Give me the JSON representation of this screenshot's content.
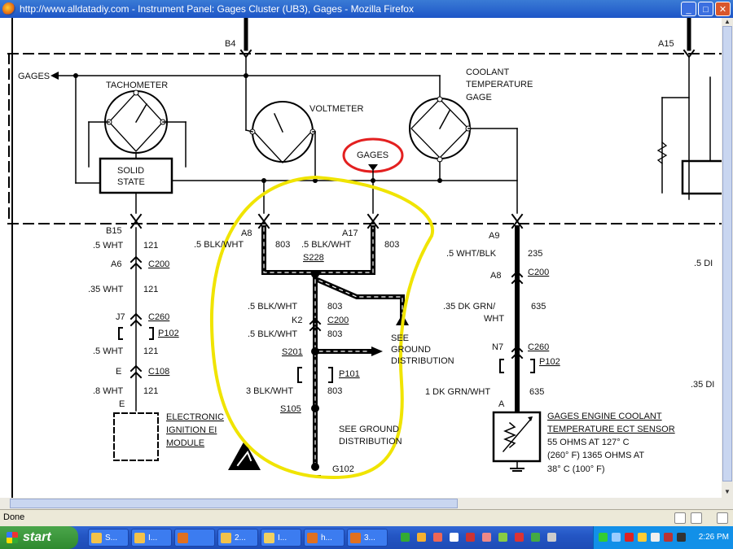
{
  "window": {
    "title": "http://www.alldatadiy.com - Instrument Panel: Gages Cluster (UB3), Gages - Mozilla Firefox",
    "min_label": "_",
    "max_label": "□",
    "close_label": "✕"
  },
  "diagram": {
    "connectors": {
      "b4": "B4",
      "a15": "A15",
      "b15": "B15",
      "a8": "A8",
      "a17": "A17",
      "a9": "A9",
      "a6": "A6",
      "j7": "J7",
      "e_top": "E",
      "e_bottom": "E",
      "k2": "K2",
      "a8_right": "A8",
      "n7": "N7",
      "a_right": "A"
    },
    "labels": {
      "gages_arrow": "GAGES",
      "tachometer": "TACHOMETER",
      "voltmeter": "VOLTMETER",
      "coolant_1": "COOLANT",
      "coolant_2": "TEMPERATURE",
      "coolant_3": "GAGE",
      "solid_1": "SOLID",
      "solid_2": "STATE",
      "gages_circled": "GAGES",
      "s228": "S228",
      "s201": "S201",
      "s105": "S105",
      "g102": "G102",
      "see_ground_1a": "SEE",
      "see_ground_1b": "GROUND",
      "see_ground_1c": "DISTRIBUTION",
      "see_ground_2a": "SEE GROUND",
      "see_ground_2b": "DISTRIBUTION",
      "ei_1": "ELECTRONIC",
      "ei_2": "IGNITION  EI",
      "ei_3": "MODULE",
      "sensor_1": "GAGES ENGINE COOLANT",
      "sensor_2": "TEMPERATURE ECT SENSOR",
      "sensor_3": "55 OHMS AT 127° C",
      "sensor_4": "(260° F) 1365 OHMS AT",
      "sensor_5": "38° C (100° F)",
      "right_edge_1": ".5 DI",
      "right_edge_2": ".35 DI"
    },
    "wires": {
      "w_121_1": ".5 WHT",
      "c_121_1": "121",
      "w_121_2": ".35 WHT",
      "c_121_2": "121",
      "w_121_3": ".5 WHT",
      "c_121_3": "121",
      "w_121_4": ".8 WHT",
      "c_121_4": "121",
      "w_803_a8": ".5 BLK/WHT",
      "c_803_a8": "803",
      "w_803_a17": ".5 BLK/WHT",
      "c_803_a17": "803",
      "w_803_1": ".5 BLK/WHT",
      "c_803_1": "803",
      "w_803_2": ".5 BLK/WHT",
      "c_803_2": "803",
      "w_803_3": "3 BLK/WHT",
      "c_803_3": "803",
      "w_235": ".5 WHT/BLK",
      "c_235": "235",
      "w_635_a": ".35 DK GRN/",
      "w_635_b": "WHT",
      "c_635_1": "635",
      "w_635_2": "1 DK GRN/WHT",
      "c_635_2": "635"
    },
    "splices": {
      "c200": "C200",
      "c260": "C260",
      "p102": "P102",
      "c108": "C108",
      "c200_mid": "C200",
      "p101": "P101",
      "c200_right": "C200",
      "c260_right": "C260",
      "p102_right": "P102"
    }
  },
  "status": {
    "text": "Done"
  },
  "taskbar": {
    "start_label": "start",
    "tasks": [
      "S...",
      "I...",
      "",
      "2...",
      "I...",
      "h...",
      "3..."
    ],
    "clock": "2:26 PM"
  }
}
